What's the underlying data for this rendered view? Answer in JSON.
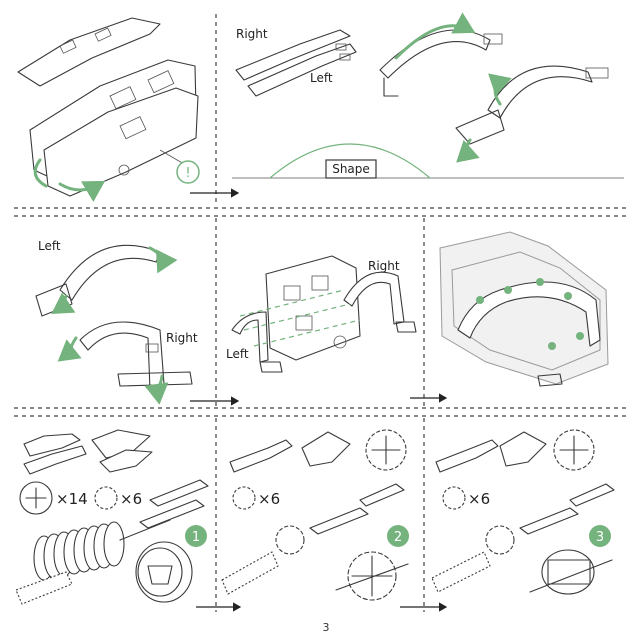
{
  "page_number": "3",
  "panel1": {
    "warning_mark": "!"
  },
  "panel2": {
    "label_right": "Right",
    "label_left": "Left",
    "shape_label": "Shape"
  },
  "panel3": {
    "label_left": "Left",
    "label_right": "Right"
  },
  "panel4": {
    "label_right": "Right",
    "label_left": "Left"
  },
  "panel6": {
    "qty_disk": "×14",
    "qty_gear": "×6",
    "step_badge": "1"
  },
  "panel7": {
    "qty_gear": "×6",
    "step_badge": "2"
  },
  "panel8": {
    "qty_gear": "×6",
    "step_badge": "3"
  },
  "colors": {
    "accent": "#74b37d",
    "ink": "#3a3a3a",
    "ghost": "#9a9a9a"
  }
}
